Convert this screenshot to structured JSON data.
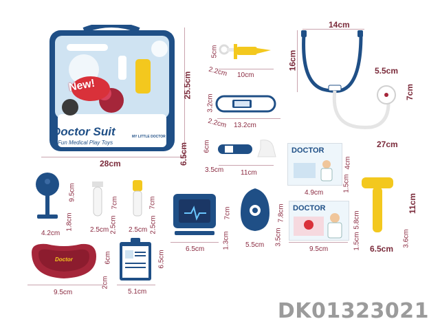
{
  "product": {
    "box_title": "Doctor Suit",
    "box_subtitle": "Fun Medical Play Toys",
    "box_badge": "New!",
    "box_small_text": "MY LITTLE DOCTOR",
    "card_title": "DOCTOR",
    "card_title_2": "DOCTOR",
    "tray_label": "Doctor",
    "code": "DK01323021"
  },
  "dimensions": {
    "box_h": "25.5cm",
    "box_w": "28cm",
    "box_d": "6.5cm",
    "stethoscope_w": "14cm",
    "stethoscope_h": "16cm",
    "steth_head_w": "5.5cm",
    "steth_head_h": "7cm",
    "steth_len": "27cm",
    "syringe_h": "5cm",
    "syringe_d": "2.2cm",
    "syringe_len": "10cm",
    "thermo_h": "3.2cm",
    "thermo_d": "2.2cm",
    "thermo_len": "13.2cm",
    "otoscope_h": "6cm",
    "otoscope_d": "3.5cm",
    "otoscope_len": "11cm",
    "card1_h": "4cm",
    "card1_w": "4.9cm",
    "card1_d": "1.5cm",
    "hammer_h": "11cm",
    "hammer_w": "6.5cm",
    "hammer_d": "3.6cm",
    "mirror_h": "9.5cm",
    "mirror_d": "1.8cm",
    "mirror_w": "4.2cm",
    "tube_h": "7cm",
    "tube_w": "2.5cm",
    "tube_d": "2.5cm",
    "bottle_h": "7cm",
    "bottle_w": "2.5cm",
    "bottle_d": "2.5cm",
    "monitor_h": "7cm",
    "monitor_d": "1.3cm",
    "monitor_w": "6.5cm",
    "mask_h": "7.8cm",
    "mask_d": "3.5cm",
    "mask_w": "5.5cm",
    "card2_h": "5.8cm",
    "card2_d": "1.5cm",
    "card2_w": "9.5cm",
    "tray_h": "6cm",
    "tray_d": "2cm",
    "tray_w": "9.5cm",
    "badge_h": "6.5cm",
    "badge_w": "5.1cm"
  },
  "colors": {
    "navy": "#1f3f7a",
    "yellow": "#f3c81e",
    "maroon": "#a5263a",
    "dim_text": "#8a2a40"
  }
}
